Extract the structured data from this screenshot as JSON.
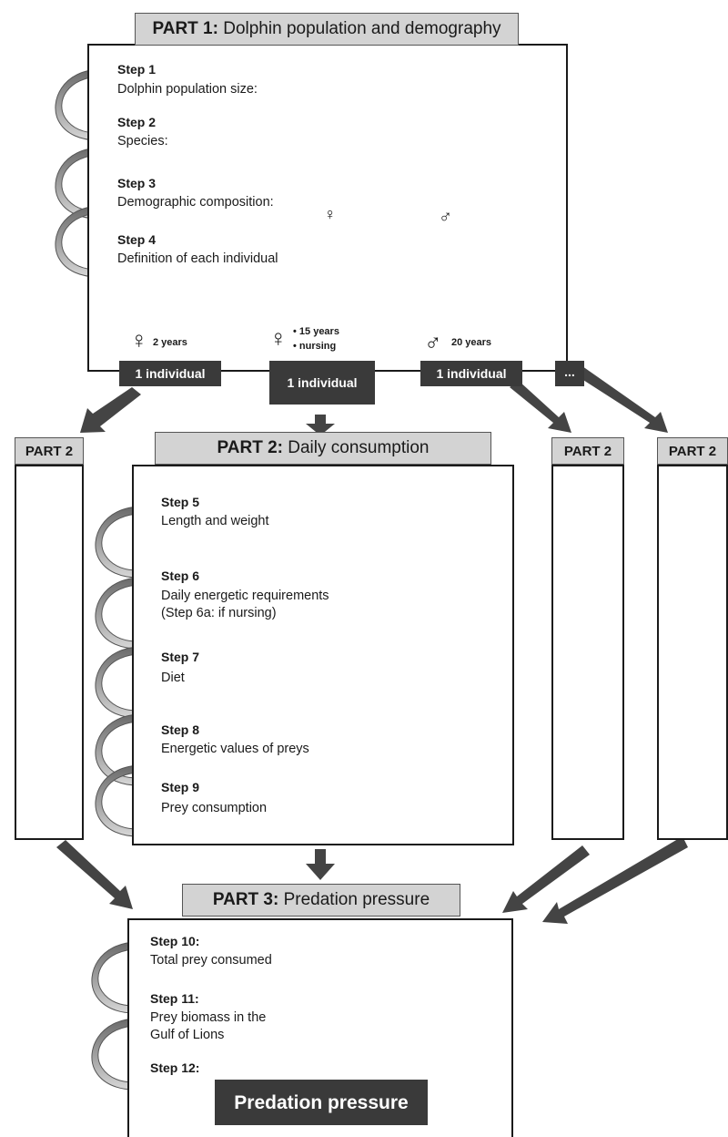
{
  "part1": {
    "header_bold": "PART 1:",
    "header_text": "Dolphin population and demography",
    "steps": [
      {
        "title": "Step 1",
        "desc": "Dolphin population size:"
      },
      {
        "title": "Step 2",
        "desc": "Species:"
      },
      {
        "title": "Step 3",
        "desc": "Demographic composition:"
      },
      {
        "title": "Step 4",
        "desc": "Definition of each individual"
      }
    ],
    "female_symbol": "♀",
    "male_symbol": "♂",
    "individuals": [
      {
        "sex": "♀",
        "age": "2 years"
      },
      {
        "sex": "♀",
        "age": "• 15 years",
        "extra": "• nursing"
      },
      {
        "sex": "♂",
        "age": "20 years"
      }
    ],
    "individual_label": "1 individual",
    "ellipsis": "..."
  },
  "part2": {
    "header_bold": "PART 2:",
    "header_text": "Daily consumption",
    "side_label": "PART 2",
    "steps": [
      {
        "title": "Step 5",
        "desc": "Length and weight"
      },
      {
        "title": "Step 6",
        "desc": "Daily energetic requirements",
        "desc2": "(Step 6a: if nursing)"
      },
      {
        "title": "Step 7",
        "desc": "Diet"
      },
      {
        "title": "Step 8",
        "desc": "Energetic values of preys"
      },
      {
        "title": "Step 9",
        "desc": "Prey consumption"
      }
    ]
  },
  "part3": {
    "header_bold": "PART 3:",
    "header_text": "Predation pressure",
    "steps": [
      {
        "title": "Step 10:",
        "desc": "Total prey consumed"
      },
      {
        "title": "Step 11:",
        "desc": "Prey biomass in the",
        "desc2": "Gulf of Lions"
      },
      {
        "title": "Step 12:",
        "desc": ""
      }
    ],
    "final_label": "Predation pressure"
  }
}
